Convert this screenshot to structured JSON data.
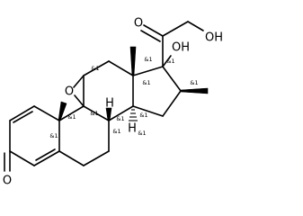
{
  "labels": {
    "ketone_o": "O",
    "c20_o": "O",
    "c21_oh": "OH",
    "c17_oh": "OH",
    "epoxide_o": "O",
    "h8": "H",
    "h14": "H"
  },
  "stereo_label": "&1"
}
